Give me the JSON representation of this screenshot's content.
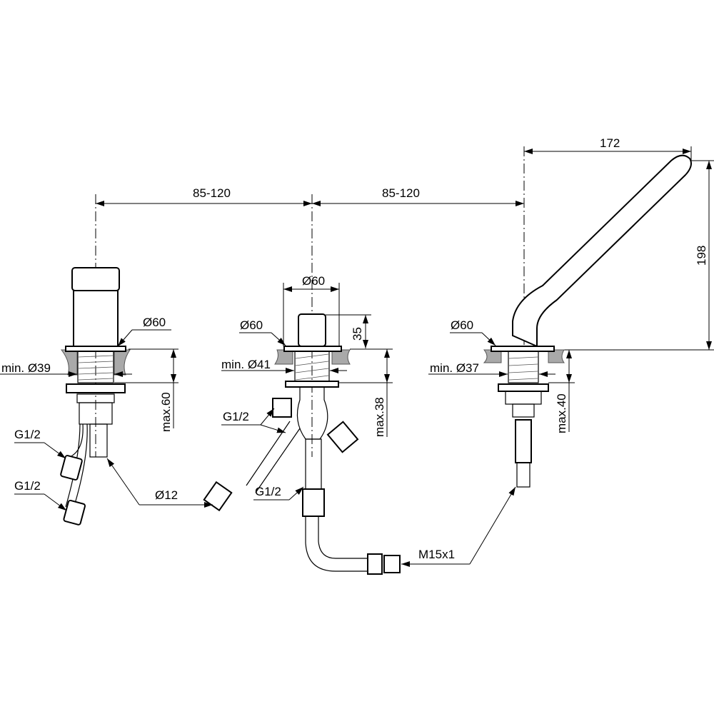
{
  "title": "3-hole bath mixer installation drawing",
  "dimensions": {
    "spacing_left": "85-120",
    "spacing_right": "85-120",
    "handshower_length": "172",
    "handshower_height": "198",
    "center_body_diameter": "Ø60",
    "center_top_height": "35",
    "left_flange": "Ø60",
    "center_flange": "Ø60",
    "right_flange": "Ø60",
    "left_hole": "min. Ø39",
    "center_hole": "min. Ø41",
    "right_hole": "min. Ø37",
    "left_deck": "max.60",
    "center_deck": "max.38",
    "right_deck": "max.40",
    "left_conn_1": "G1/2",
    "left_conn_2": "G1/2",
    "center_conn_inlet": "G1/2",
    "center_conn_outlet": "G1/2",
    "tube_diameter": "Ø12",
    "hose_thread": "M15x1"
  }
}
